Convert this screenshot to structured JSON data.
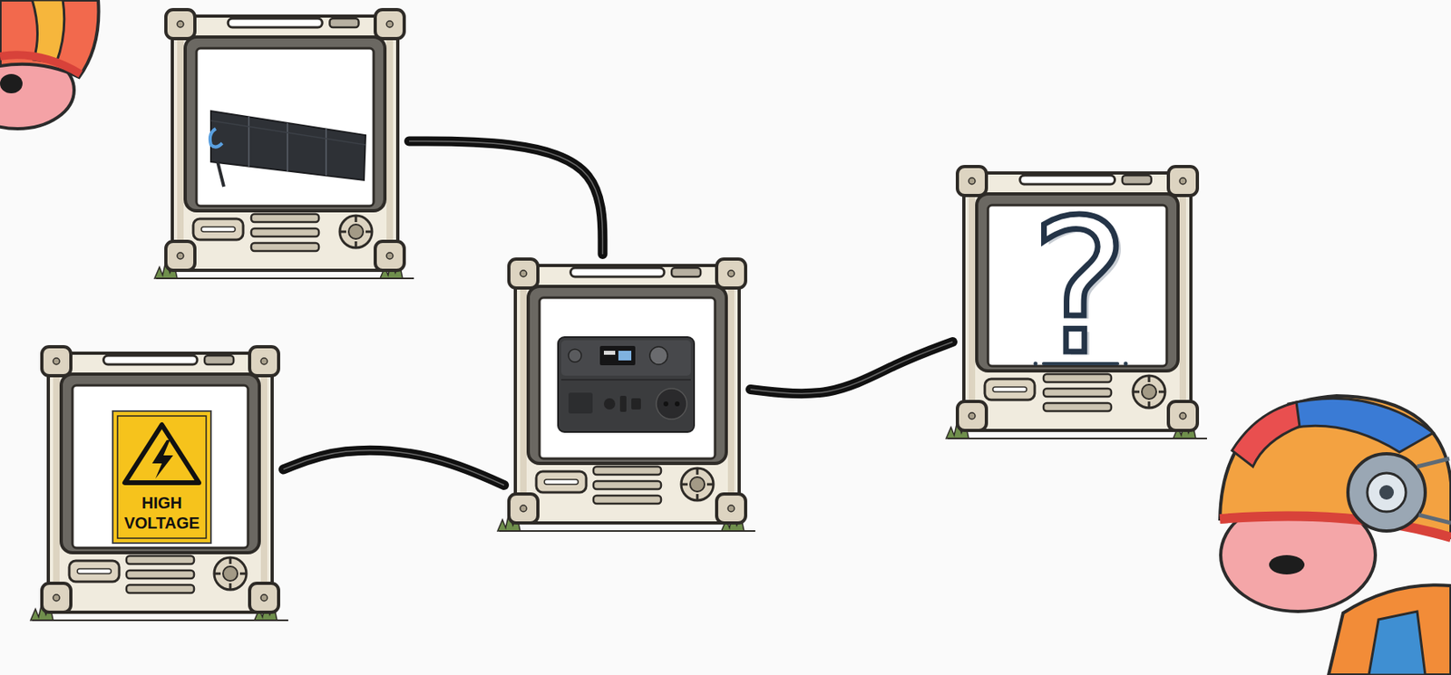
{
  "diagram": {
    "nodes": [
      {
        "text": []
      },
      {
        "text": [
          "HIGH VOLTAGE"
        ]
      },
      {
        "text": []
      },
      {
        "text": [
          "?"
        ]
      }
    ],
    "edges": [
      {
        "from": 0,
        "to": 2,
        "arrow": "none"
      },
      {
        "from": 1,
        "to": 2,
        "arrow": "none"
      },
      {
        "from": 2,
        "to": 3,
        "arrow": "none"
      }
    ]
  }
}
